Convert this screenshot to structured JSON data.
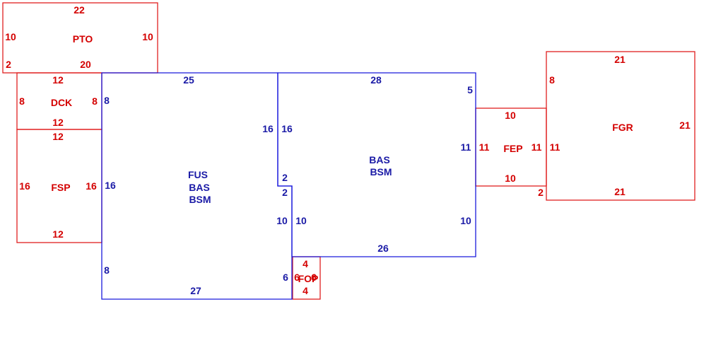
{
  "colors": {
    "red": "#d40000",
    "blue": "#1a1aa6",
    "red_line": "#e02020",
    "blue_line": "#1a1adc"
  },
  "pto": {
    "name": "PTO",
    "top": "22",
    "left": "10",
    "right": "10",
    "bl": "2",
    "bottom": "20"
  },
  "dck": {
    "name": "DCK",
    "top": "12",
    "left": "8",
    "right": "8",
    "bottom": "12"
  },
  "fsp": {
    "name": "FSP",
    "top": "12",
    "left": "16",
    "right": "16",
    "bottom": "12"
  },
  "fus": {
    "lines": [
      "FUS",
      "BAS",
      "BSM"
    ],
    "top": "25",
    "left_upper": "8",
    "left_mid": "16",
    "left_lower": "8",
    "right_upper": "16",
    "step": "2",
    "right_lower": "10",
    "right_bottom": "6",
    "bottom": "27"
  },
  "bas": {
    "lines": [
      "BAS",
      "BSM"
    ],
    "top": "28",
    "right_top": "5",
    "left_upper": "16",
    "step": "2",
    "left_lower": "10",
    "right_mid": "11",
    "right_lower": "10",
    "bottom": "26"
  },
  "fop": {
    "name": "FOP",
    "top": "4",
    "left": "6",
    "right": "6",
    "bottom": "4"
  },
  "fep": {
    "name": "FEP",
    "top": "10",
    "left": "11",
    "right": "11",
    "bottom": "10"
  },
  "fgr": {
    "name": "FGR",
    "top": "21",
    "left": "8",
    "right": "21",
    "mid": "11",
    "bl": "2",
    "bottom": "21"
  }
}
